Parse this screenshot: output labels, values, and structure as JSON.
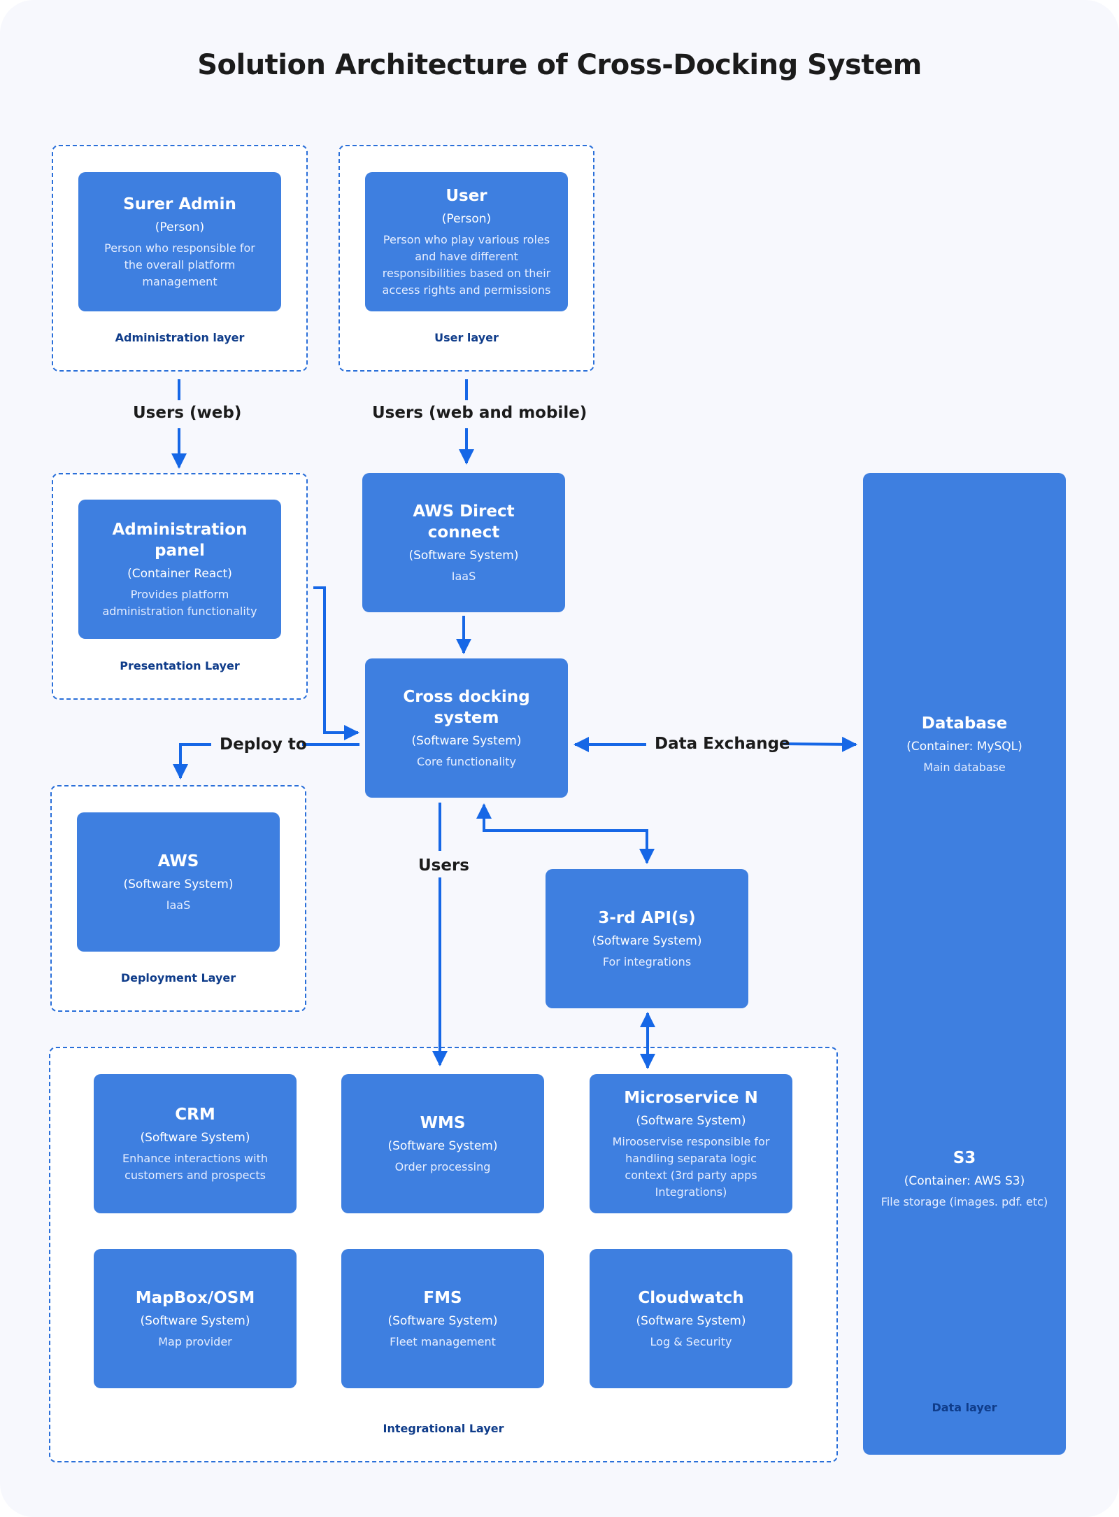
{
  "title": "Solution Architecture of Cross-Docking System",
  "colors": {
    "box_fill": "#3e7fe0",
    "arrow": "#1667e6",
    "layer_border": "#2a6fd9",
    "layer_label": "#0f3c8a",
    "background": "#f7f8fd"
  },
  "layers": {
    "administration": "Administration layer",
    "user": "User layer",
    "presentation": "Presentation Layer",
    "deployment": "Deployment Layer",
    "integrational": "Integrational Layer",
    "data": "Data layer"
  },
  "boxes": {
    "super_admin": {
      "title": "Surer Admin",
      "type": "(Person)",
      "desc": "Person who responsible for the overall platform management"
    },
    "user": {
      "title": "User",
      "type": "(Person)",
      "desc": "Person who play various roles and have different responsibilities based on their access rights and permissions"
    },
    "admin_panel": {
      "title": "Administration panel",
      "type": "(Container React)",
      "desc": "Provides platform administration functionality"
    },
    "aws_direct": {
      "title": "AWS Direct connect",
      "type": "(Software System)",
      "desc": "IaaS"
    },
    "cross_docking": {
      "title": "Cross docking system",
      "type": "(Software System)",
      "desc": "Core functionality"
    },
    "aws": {
      "title": "AWS",
      "type": "(Software System)",
      "desc": "IaaS"
    },
    "third_api": {
      "title": "3-rd API(s)",
      "type": "(Software System)",
      "desc": "For integrations"
    },
    "crm": {
      "title": "CRM",
      "type": "(Software System)",
      "desc": "Enhance interactions with customers and prospects"
    },
    "wms": {
      "title": "WMS",
      "type": "(Software System)",
      "desc": "Order processing"
    },
    "microservice": {
      "title": "Microservice N",
      "type": "(Software System)",
      "desc": "Mirooservise responsible for handling separata logic context (3rd party apps Integrations)"
    },
    "mapbox": {
      "title": "MapBox/OSM",
      "type": "(Software System)",
      "desc": "Map provider"
    },
    "fms": {
      "title": "FMS",
      "type": "(Software System)",
      "desc": "Fleet management"
    },
    "cloudwatch": {
      "title": "Cloudwatch",
      "type": "(Software System)",
      "desc": "Log & Security"
    },
    "database": {
      "title": "Database",
      "type": "(Container: MySQL)",
      "desc": "Main database"
    },
    "s3": {
      "title": "S3",
      "type": "(Container: AWS S3)",
      "desc": "File storage (images. pdf. etc)"
    }
  },
  "connections": {
    "users_web": "Users (web)",
    "users_web_mobile": "Users (web and mobile)",
    "deploy_to": "Deploy to",
    "data_exchange": "Data Exchange",
    "users": "Users"
  }
}
